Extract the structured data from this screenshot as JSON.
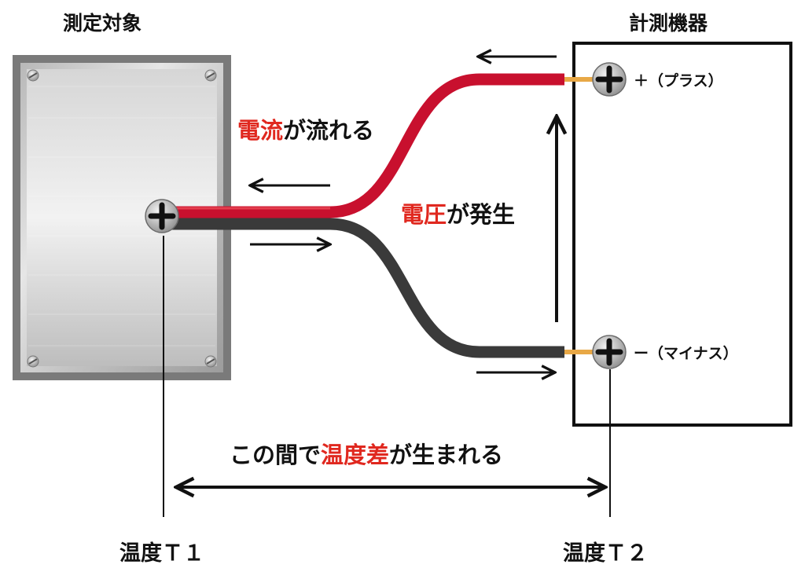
{
  "labels": {
    "target": "測定対象",
    "instrument": "計測機器",
    "plus": "＋（プラス）",
    "minus": "ー（マイナス）",
    "temp1": "温度Ｔ１",
    "temp2": "温度Ｔ２"
  },
  "current": {
    "highlight": "電流",
    "rest": "が流れる"
  },
  "voltage": {
    "highlight": "電圧",
    "rest": "が発生"
  },
  "diff": {
    "pre": "この間で",
    "highlight": "温度差",
    "post": "が生まれる"
  },
  "colors": {
    "highlight": "#e0281f",
    "red_wire": "#c8102e",
    "black_wire": "#3a3a3a",
    "lead": "#e8a846"
  },
  "icons": {
    "terminal": "phillips-screw-terminal-icon",
    "corner_screw": "flat-screw-icon"
  }
}
